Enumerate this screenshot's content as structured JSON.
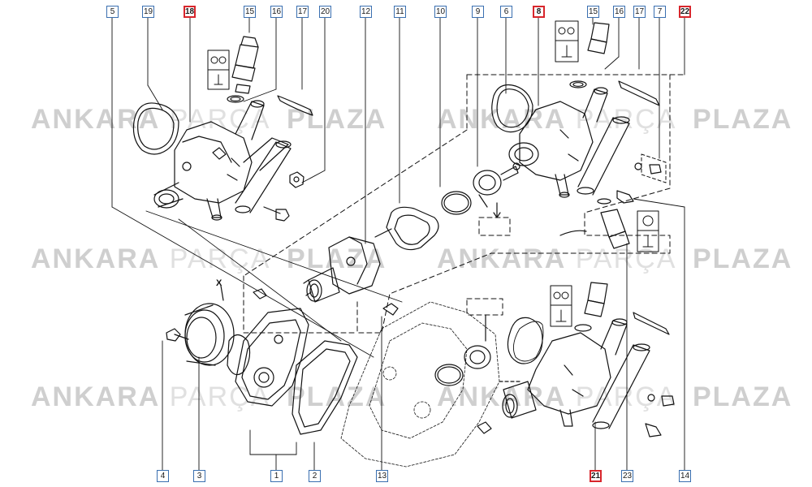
{
  "watermark": {
    "part1": "ANKARA",
    "part2": "PARÇA",
    "part3": "PLAZA"
  },
  "callouts": {
    "c5": "5",
    "c19": "19",
    "c18": "18",
    "c15a": "15",
    "c16a": "16",
    "c17a": "17",
    "c20": "20",
    "c12": "12",
    "c11": "11",
    "c10": "10",
    "c9": "9",
    "c6": "6",
    "c8": "8",
    "c15b": "15",
    "c16b": "16",
    "c17b": "17",
    "c7": "7",
    "c22": "22",
    "c4": "4",
    "c3": "3",
    "c1": "1",
    "c2": "2",
    "c13": "13",
    "c21": "21",
    "c23": "23",
    "c14": "14"
  },
  "marker_x": "X",
  "colors": {
    "highlight": "#d8262c",
    "box_border": "#3a6fb0",
    "line": "#111111",
    "watermark": "#d9d9d9"
  }
}
